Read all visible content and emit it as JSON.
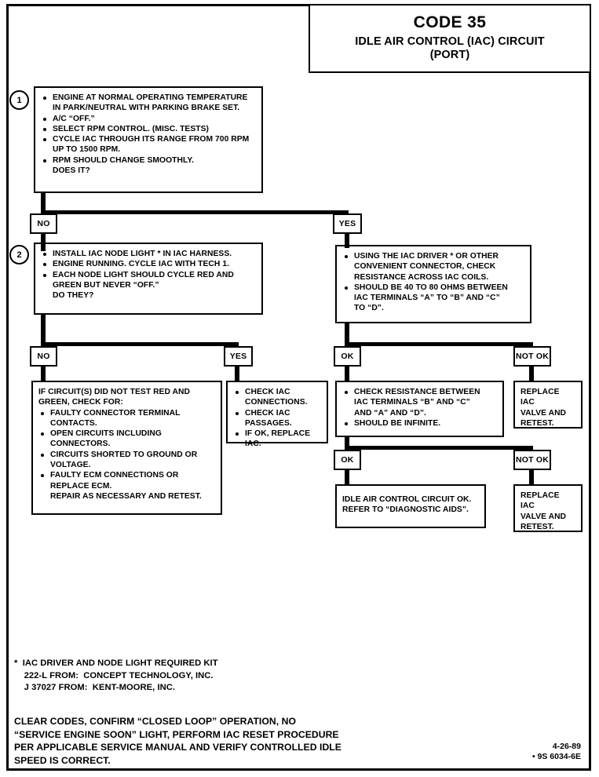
{
  "document": {
    "title_code": "CODE 35",
    "title_subtitle_line1": "IDLE AIR CONTROL (IAC) CIRCUIT",
    "title_subtitle_line2": "(PORT)",
    "date_code": "4-26-89",
    "part_code": "• 9S 6034-6E"
  },
  "steps": {
    "step1_number": "1",
    "step2_number": "2"
  },
  "boxes": {
    "step1": {
      "items": [
        "ENGINE AT NORMAL OPERATING TEMPERATURE\nIN PARK/NEUTRAL WITH PARKING BRAKE SET.",
        "A/C “OFF.”",
        "SELECT RPM CONTROL.  (MISC. TESTS)",
        "CYCLE IAC THROUGH ITS RANGE FROM 700 RPM\nUP TO 1500 RPM.",
        "RPM SHOULD CHANGE SMOOTHLY."
      ],
      "trailing": "DOES IT?"
    },
    "step2": {
      "items": [
        "INSTALL IAC NODE LIGHT * IN IAC HARNESS.",
        "ENGINE RUNNING.  CYCLE IAC WITH TECH 1.",
        "EACH NODE LIGHT SHOULD CYCLE RED AND\nGREEN BUT NEVER “OFF.”"
      ],
      "trailing": "DO THEY?"
    },
    "iac_driver": {
      "items": [
        "USING THE IAC DRIVER * OR OTHER\nCONVENIENT CONNECTOR, CHECK\nRESISTANCE ACROSS IAC COILS.",
        "SHOULD BE 40 TO 80 OHMS BETWEEN\nIAC TERMINALS “A” TO “B” AND “C”\nTO “D”."
      ]
    },
    "circuit_check": {
      "heading": "IF CIRCUIT(S) DID NOT TEST RED AND\nGREEN, CHECK FOR:",
      "items": [
        "FAULTY CONNECTOR TERMINAL\nCONTACTS.",
        "OPEN CIRCUITS INCLUDING\nCONNECTORS.",
        "CIRCUITS SHORTED TO GROUND OR\nVOLTAGE.",
        "FAULTY ECM CONNECTIONS OR\nREPLACE ECM."
      ],
      "trailing": "REPAIR AS NECESSARY AND RETEST."
    },
    "check_iac": {
      "items": [
        "CHECK IAC\nCONNECTIONS.",
        "CHECK IAC\nPASSAGES.",
        "IF OK, REPLACE IAC."
      ]
    },
    "resistance_check": {
      "items": [
        "CHECK RESISTANCE BETWEEN\nIAC TERMINALS “B” AND “C”\nAND “A” AND “D”.",
        "SHOULD BE INFINITE."
      ]
    },
    "replace_valve_top": {
      "text": "REPLACE IAC\nVALVE AND\nRETEST."
    },
    "replace_valve_bottom": {
      "text": "REPLACE IAC\nVALVE AND\nRETEST."
    },
    "circuit_ok": {
      "text": "IDLE AIR CONTROL CIRCUIT OK.\nREFER TO “DIAGNOSTIC AIDS”."
    }
  },
  "branches": {
    "step1_no": "NO",
    "step1_yes": "YES",
    "step2_no": "NO",
    "step2_yes": "YES",
    "resistance_ok": "OK",
    "resistance_not_ok": "NOT OK",
    "infinite_ok": "OK",
    "infinite_not_ok": "NOT OK"
  },
  "footnote": {
    "text": "*  IAC DRIVER AND NODE LIGHT REQUIRED KIT\n    222-L FROM:  CONCEPT TECHNOLOGY, INC.\n    J 37027 FROM:  KENT-MOORE, INC."
  },
  "footer": {
    "text": "CLEAR CODES, CONFIRM “CLOSED LOOP” OPERATION, NO\n“SERVICE ENGINE SOON” LIGHT, PERFORM IAC RESET PROCEDURE\nPER APPLICABLE SERVICE MANUAL AND VERIFY CONTROLLED IDLE\nSPEED IS CORRECT."
  }
}
